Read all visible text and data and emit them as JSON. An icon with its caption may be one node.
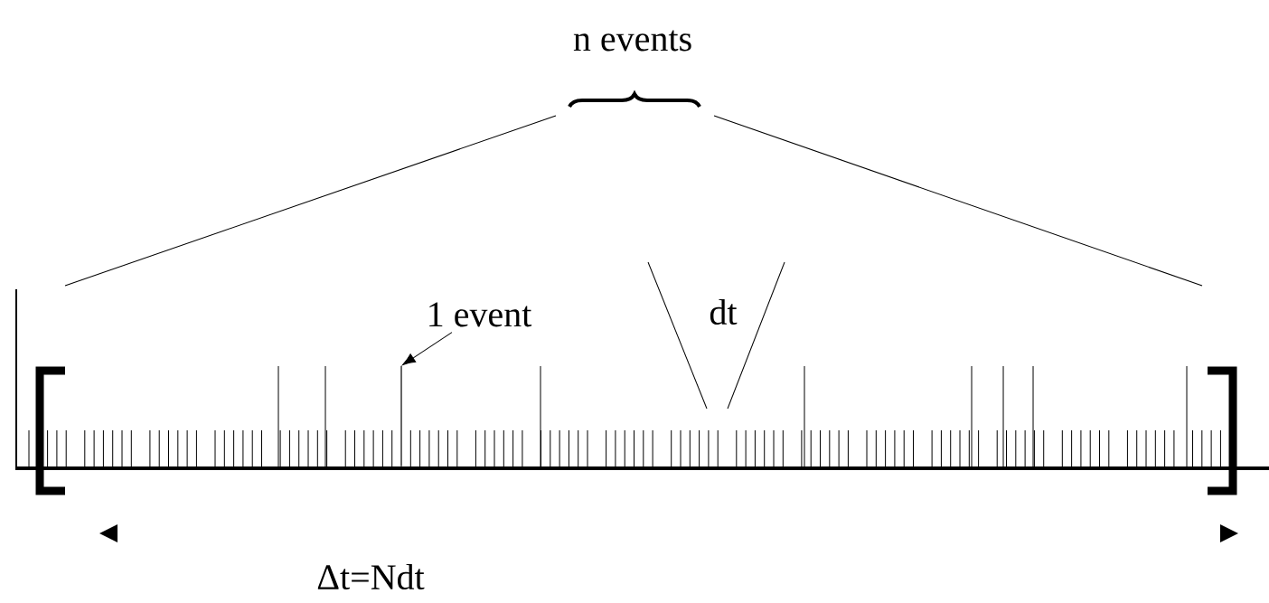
{
  "diagram": {
    "nodes": [
      {
        "text": [
          "1 event"
        ]
      },
      {
        "text": [],
        "shape": "bar"
      }
    ],
    "edges": [
      {
        "from": 0,
        "to": 1,
        "arrow": "to"
      }
    ],
    "labels": [
      "n events",
      "dt",
      "Δt=Ndt"
    ]
  }
}
